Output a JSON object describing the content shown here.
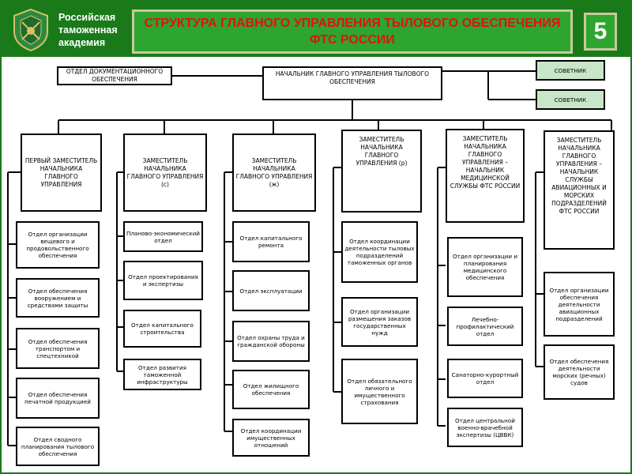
{
  "header": {
    "org": "Российская таможенная академия",
    "title": "СТРУКТУРА ГЛАВНОГО УПРАВЛЕНИЯ ТЫЛОВОГО ОБЕСПЕЧЕНИЯ ФТС РОССИИ",
    "slide_number": "5",
    "logo_icon": "customs-academy-emblem"
  },
  "colors": {
    "background": "#1a7a1a",
    "title_bar": "#2ea52e",
    "title_text": "#e41010",
    "advisor_box": "#c8e6c8"
  },
  "org": {
    "doc_dept": "ОТДЕЛ ДОКУМЕНТАЦИОННОГО ОБЕСПЕЧЕНИЯ",
    "head": "НАЧАЛЬНИК ГЛАВНОГО УПРАВЛЕНИЯ ТЫЛОВОГО ОБЕСПЕЧЕНИЯ",
    "advisor1": "СОВЕТНИК",
    "advisor2": "СОВЕТНИК",
    "col1": {
      "head": "ПЕРВЫЙ ЗАМЕСТИТЕЛЬ НАЧАЛЬНИКА ГЛАВНОГО УПРАВЛЕНИЯ",
      "depts": [
        "Отдел организации вещевого и продовольственного обеспечения",
        "Отдел обеспечения вооружением и средствами защиты",
        "Отдел обеспечения транспортом и спецтехникой",
        "Отдел обеспечения печатной продукцией",
        "Отдел сводного планирования тылового обеспечения"
      ]
    },
    "col2": {
      "head": "ЗАМЕСТИТЕЛЬ НАЧАЛЬНИКА ГЛАВНОГО УПРАВЛЕНИЯ (с)",
      "depts": [
        "Планово-экономический отдел",
        "Отдел проектирования и экспертизы",
        "Отдел капитального строительства",
        "Отдел развития таможенной инфраструктуры"
      ]
    },
    "col3": {
      "head": "ЗАМЕСТИТЕЛЬ НАЧАЛЬНИКА ГЛАВНОГО УПРАВЛЕНИЯ (ж)",
      "depts": [
        "Отдел капитального ремонта",
        "Отдел эксплуатации",
        "Отдел охраны труда и гражданской обороны",
        "Отдел жилищного обеспечения",
        "Отдел координации имущественных отношений"
      ]
    },
    "col4": {
      "head": "ЗАМЕСТИТЕЛЬ НАЧАЛЬНИКА ГЛАВНОГО УПРАВЛЕНИЯ (р)",
      "depts": [
        "Отдел координации деятельности тыловых подразделений таможенных органов",
        "Отдел организации размещения заказов государственных нужд",
        "Отдел обязательного личного и имущественного страхования"
      ]
    },
    "col5": {
      "head": "ЗАМЕСТИТЕЛЬ НАЧАЛЬНИКА ГЛАВНОГО УПРАВЛЕНИЯ – НАЧАЛЬНИК МЕДИЦИНСКОЙ СЛУЖБЫ ФТС РОССИИ",
      "depts": [
        "Отдел организации и планирования медицинского обеспечения",
        "Лечебно-профилактический отдел",
        "Санаторно-курортный отдел",
        "Отдел центральной военно-врачебной экспертизы (ЦВВК)"
      ]
    },
    "col6": {
      "head": "ЗАМЕСТИТЕЛЬ НАЧАЛЬНИКА ГЛАВНОГО УПРАВЛЕНИЯ – НАЧАЛЬНИК СЛУЖБЫ АВИАЦИОННЫХ И МОРСКИХ ПОДРАЗДЕЛЕНИЙ ФТС РОССИИ",
      "depts": [
        "Отдел организации обеспечения деятельности авиационных подразделений",
        "Отдел обеспечения деятельности морских (речных) судов"
      ]
    }
  }
}
